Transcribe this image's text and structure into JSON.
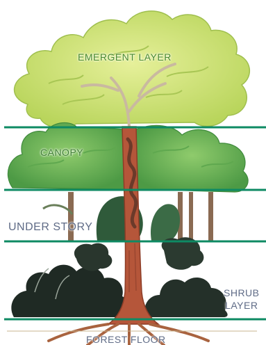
{
  "diagram": {
    "layers": [
      {
        "id": "emergent",
        "label": "EMERGENT LAYER"
      },
      {
        "id": "canopy",
        "label": "CANOPY"
      },
      {
        "id": "understory",
        "label": "UNDER STORY"
      },
      {
        "id": "shrub",
        "label_lines": [
          "SHRUB",
          "LAYER"
        ]
      },
      {
        "id": "floor",
        "label": "FOREST FLOOR"
      }
    ],
    "divider_color": "#0e8a63",
    "colors": {
      "emergent_foliage": "#cfe37a",
      "canopy_foliage": "#74b95a",
      "understory_foliage": "#2f5a3a",
      "shrub_foliage": "#1f2a24",
      "trunk": "#b5563a",
      "vine": "#6b3a2a",
      "roots": "#a9633f"
    }
  }
}
